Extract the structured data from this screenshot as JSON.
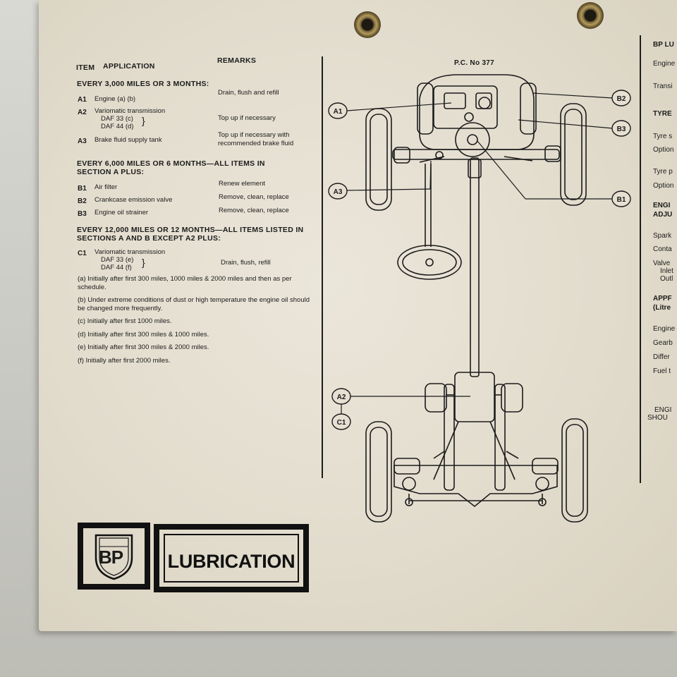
{
  "header": {
    "item": "ITEM",
    "application": "APPLICATION",
    "remarks": "REMARKS",
    "pc_number": "P.C. No 377"
  },
  "sections": [
    {
      "title": "EVERY 3,000 MILES OR 3 MONTHS:",
      "items": [
        {
          "code": "A1",
          "application": "Engine (a) (b)",
          "remarks": "Drain, flush and refill"
        },
        {
          "code": "A2",
          "application": "Variomatic transmission",
          "sub": [
            "DAF 33 (c)",
            "DAF 44 (d)"
          ],
          "remarks": "Top up if necessary"
        },
        {
          "code": "A3",
          "application": "Brake fluid supply tank",
          "remarks": "Top up if necessary with recommended brake fluid"
        }
      ]
    },
    {
      "title": "EVERY 6,000 MILES OR 6 MONTHS—ALL ITEMS IN SECTION A PLUS:",
      "items": [
        {
          "code": "B1",
          "application": "Air filter",
          "remarks": "Renew element"
        },
        {
          "code": "B2",
          "application": "Crankcase emission valve",
          "remarks": "Remove, clean, replace"
        },
        {
          "code": "B3",
          "application": "Engine oil strainer",
          "remarks": "Remove, clean, replace"
        }
      ]
    },
    {
      "title": "EVERY 12,000 MILES OR 12 MONTHS—ALL ITEMS LISTED IN SECTIONS A AND B EXCEPT A2 PLUS:",
      "items": [
        {
          "code": "C1",
          "application": "Variomatic transmission",
          "sub": [
            "DAF 33 (e)",
            "DAF 44 (f)"
          ],
          "remarks": "Drain, flush, refill"
        }
      ]
    }
  ],
  "notes": [
    "(a) Initially after first 300 miles, 1000 miles & 2000 miles and then as per schedule.",
    "(b) Under extreme conditions of dust or high temperature the engine oil should be changed more frequently.",
    "(c) Initially after first 1000 miles.",
    "(d) Initially after first 300 miles & 1000 miles.",
    "(e) Initially after first 300 miles & 2000 miles.",
    "(f) Initially after first 2000 miles."
  ],
  "diagram_labels": {
    "a1": "A1",
    "a2": "A2",
    "a3": "A3",
    "b1": "B1",
    "b2": "B2",
    "b3": "B3",
    "c1": "C1"
  },
  "right_column": {
    "heading1": "BP LU",
    "engine": "Engine",
    "trans": "Transi",
    "tyre_heading": "TYRE",
    "tyre_s": "Tyre s",
    "option1": "Option",
    "tyre_p": "Tyre p",
    "option2": "Option",
    "engine_adj_1": "ENGI",
    "engine_adj_2": "ADJU",
    "spark": "Spark",
    "contact": "Conta",
    "valve": "Valve",
    "inlet": "Inlet",
    "outlet": "Outl",
    "capacities_1": "APPF",
    "capacities_2": "(Litre",
    "cap_engine": "Engine",
    "cap_gearbox": "Gearb",
    "cap_diff": "Differ",
    "cap_fuel": "Fuel t",
    "footer_1": "ENGI",
    "footer_2": "SHOU"
  },
  "logo": {
    "brand": "BP",
    "title": "LUBRICATION"
  },
  "colors": {
    "card": "#e6e0d2",
    "ink": "#1b1b1b",
    "logo_green": "#1e4a32"
  }
}
